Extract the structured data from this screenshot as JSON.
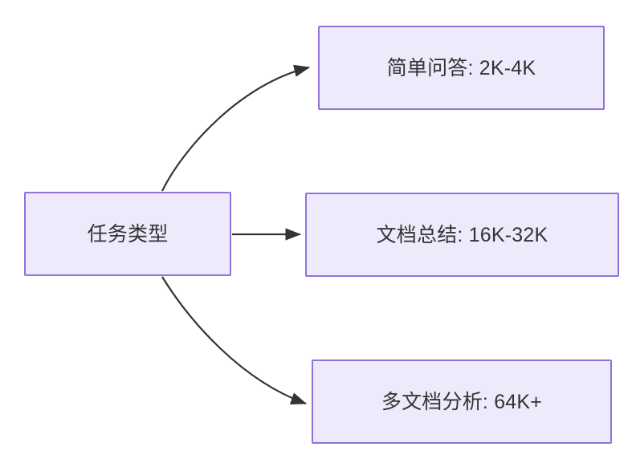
{
  "diagram": {
    "type": "flowchart",
    "direction": "left-to-right",
    "background_color": "#ffffff",
    "node_fill_color": "#ECEAFB",
    "node_border_color": "#9370DB",
    "node_text_color": "#333333",
    "edge_color": "#333333",
    "source": {
      "id": "task-type",
      "label": "任务类型"
    },
    "targets": [
      {
        "id": "simple-qa",
        "label": "简单问答: 2K-4K",
        "edge_style": "curved-up"
      },
      {
        "id": "doc-summary",
        "label": "文档总结: 16K-32K",
        "edge_style": "straight"
      },
      {
        "id": "multi-doc-analysis",
        "label": "多文档分析: 64K+",
        "edge_style": "curved-down"
      }
    ]
  }
}
